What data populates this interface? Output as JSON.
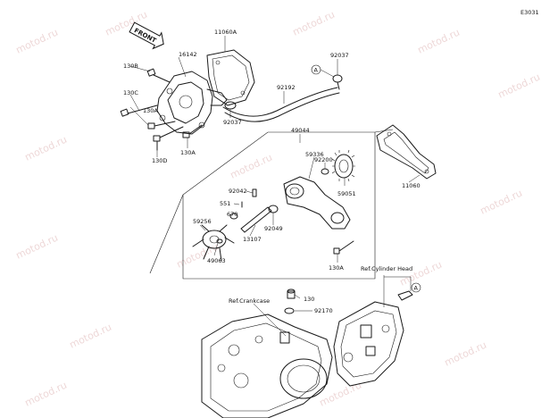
{
  "diagram": {
    "code": "E3031",
    "front_label": "FRONT",
    "marker_a": "A",
    "watermark": "motod.ru",
    "refs": {
      "cylinder_head": "Ref.Cylinder Head",
      "crankcase": "Ref.Crankcase"
    },
    "labels": {
      "l16142": "16142",
      "l11060a": "11060A",
      "l130b": "130B",
      "l130c": "130C",
      "l130a_1": "130A",
      "l130a_2": "130A",
      "l130d": "130D",
      "l92037_a": "92037",
      "l92037_b": "92037",
      "l92192": "92192",
      "l49044": "49044",
      "l59336": "59336",
      "l92200": "92200",
      "l11060": "11060",
      "l92042": "92042",
      "l551": "551",
      "l670": "670",
      "l59256": "59256",
      "l13107": "13107",
      "l92049": "92049",
      "l59051": "59051",
      "l49063": "49063",
      "l130a_3": "130A",
      "l130": "130",
      "l92170": "92170"
    }
  }
}
